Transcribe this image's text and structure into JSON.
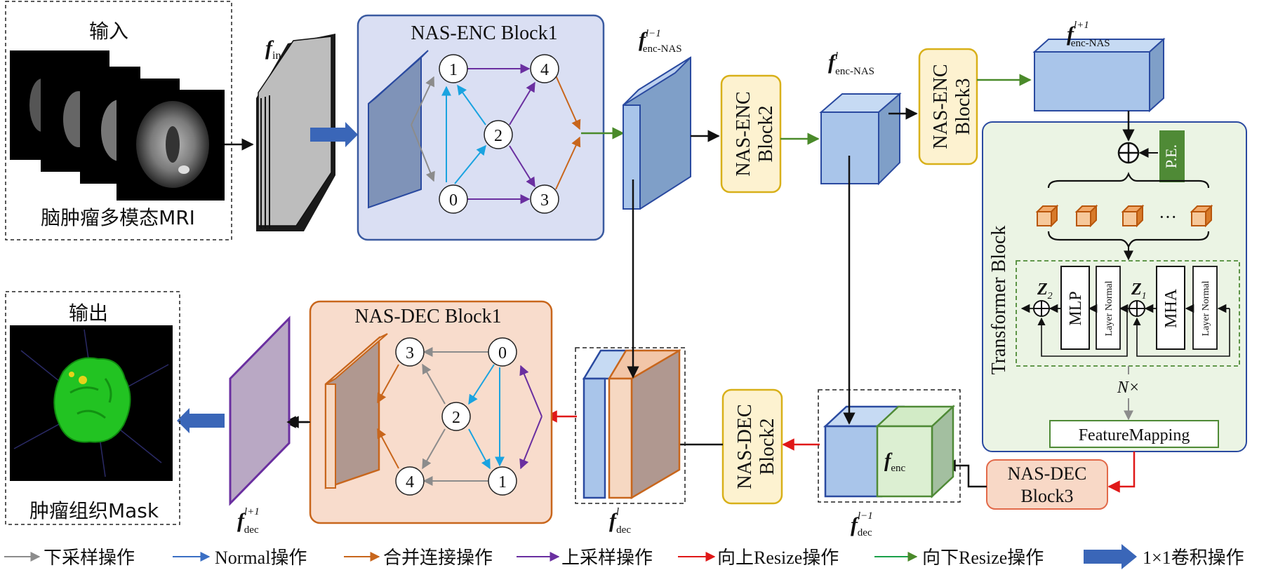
{
  "input_panel": {
    "title": "输入",
    "caption": "脑肿瘤多模态MRI"
  },
  "output_panel": {
    "title": "输出",
    "caption": "肿瘤组织Mask"
  },
  "f_in": {
    "main": "f",
    "sub": "in"
  },
  "enc_block1": {
    "title": "NAS-ENC Block1",
    "nodes": [
      "0",
      "1",
      "2",
      "3",
      "4"
    ]
  },
  "dec_block1": {
    "title": "NAS-DEC Block1",
    "nodes": [
      "0",
      "1",
      "2",
      "3",
      "4"
    ]
  },
  "enc_block2": {
    "line1": "NAS-ENC",
    "line2": "Block2"
  },
  "enc_block3": {
    "line1": "NAS-ENC",
    "line2": "Block3"
  },
  "dec_block2": {
    "line1": "NAS-DEC",
    "line2": "Block2"
  },
  "dec_block3": {
    "line1": "NAS-DEC",
    "line2": "Block3"
  },
  "feat_enc_lm1": {
    "main": "f",
    "sup": "l−1",
    "sub": "enc-NAS"
  },
  "feat_enc_l": {
    "main": "f",
    "sup": "l",
    "sub": "enc-NAS"
  },
  "feat_enc_lp1": {
    "main": "f",
    "sup": "l+1",
    "sub": "enc-NAS"
  },
  "feat_dec_lp1": {
    "main": "f",
    "sup": "l+1",
    "sub": "dec"
  },
  "feat_dec_l": {
    "main": "f",
    "sup": "l",
    "sub": "dec"
  },
  "feat_dec_lm1": {
    "main": "f",
    "sup": "l−1",
    "sub": "dec"
  },
  "f_enc": {
    "main": "f",
    "sub": "enc"
  },
  "transformer": {
    "title": "Transformer Block",
    "pe": "P.E.",
    "ellipsis": "···",
    "mlp": "MLP",
    "mha": "MHA",
    "layer_norm": "Layer Normal",
    "z2": "Z",
    "z2_sub": "2",
    "z1": "Z",
    "z1_sub": "1",
    "repeat": "N×",
    "feature_mapping": "FeatureMapping"
  },
  "legend": [
    {
      "label": "下采样操作",
      "color": "#8c8c8c"
    },
    {
      "label": "Normal操作",
      "color": "#3b6fc4"
    },
    {
      "label": "合并连接操作",
      "color": "#c8661c"
    },
    {
      "label": "上采样操作",
      "color": "#6a2fa0"
    },
    {
      "label": "向上Resize操作",
      "color": "#e01818"
    },
    {
      "label": "向下Resize操作",
      "color": "#1aa04a"
    },
    {
      "label": "1×1卷积操作",
      "color": "#3a66b8"
    }
  ]
}
